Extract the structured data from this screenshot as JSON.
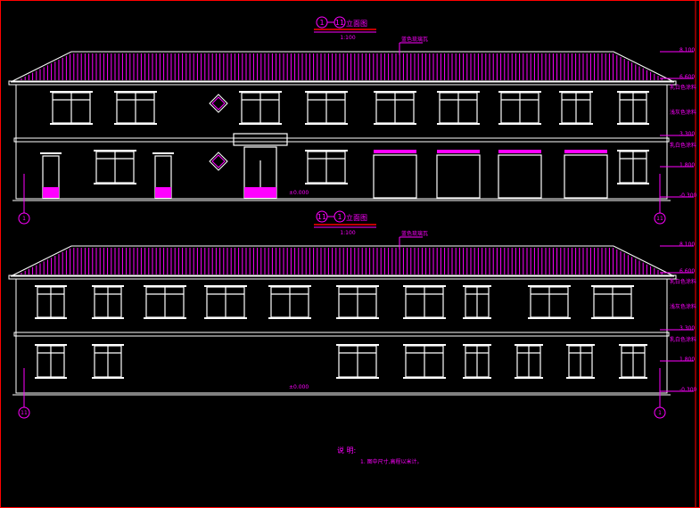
{
  "drawing": {
    "elevation_a": {
      "axis_start": "1",
      "axis_end": "11",
      "title_suffix": "立面图",
      "scale": "1:100",
      "roof_note": "蓝色琉璃瓦",
      "ground_mark": "±0.000"
    },
    "elevation_b": {
      "axis_start": "11",
      "axis_end": "1",
      "title_suffix": "立面图",
      "scale": "1:100",
      "roof_note": "蓝色琉璃瓦",
      "ground_mark": "±0.000"
    },
    "levels": [
      "8.100",
      "6.600",
      "3.300",
      "1.800",
      "-0.300"
    ],
    "finish_labels": {
      "eave": "乳白色涂料",
      "wall": "浅灰色涂料",
      "floor_band": "乳白色涂料"
    },
    "notes": {
      "heading": "说 明:",
      "item1": "1. 图中尺寸,高程以米计。"
    }
  },
  "colors": {
    "annotation": "#ff00ff",
    "lines": "#ffffff",
    "frame": "#ff0000"
  }
}
